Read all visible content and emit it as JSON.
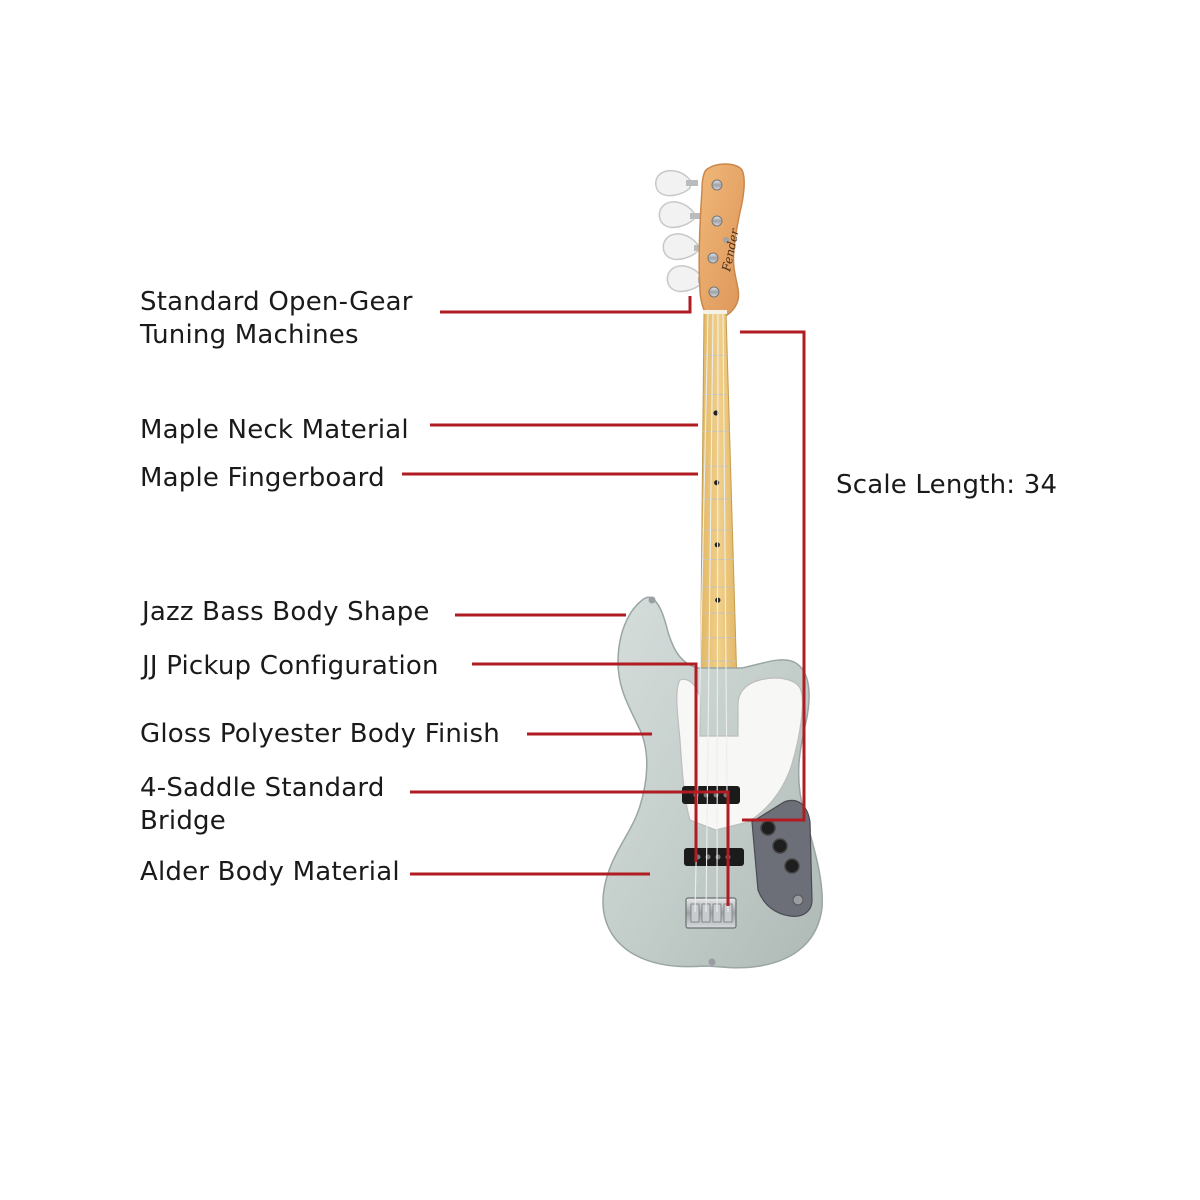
{
  "labels": {
    "tuning_machines": {
      "line1": "Standard Open-Gear",
      "line2": "Tuning Machines"
    },
    "neck_material": "Maple Neck Material",
    "fingerboard": "Maple Fingerboard",
    "body_shape": "Jazz Bass Body Shape",
    "pickup_config": "JJ Pickup Configuration",
    "body_finish": "Gloss Polyester Body Finish",
    "bridge": {
      "line1": "4-Saddle Standard",
      "line2": "Bridge"
    },
    "body_material": "Alder Body Material",
    "scale_length": "Scale Length: 34"
  },
  "headstock_logo": "Fender",
  "colors": {
    "leader_line": "#b01c22",
    "body": "#c9d2d0",
    "neck": "#ebc67e",
    "headstock": "#e9a96a",
    "pickguard": "#f7f7f5",
    "control_plate": "#6c6f77",
    "pickup": "#1b1b1b",
    "text": "#1a1a1a"
  }
}
